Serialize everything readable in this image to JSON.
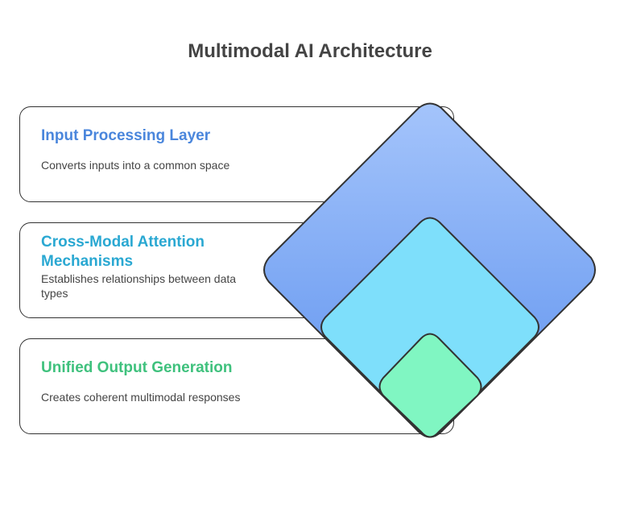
{
  "title": "Multimodal AI Architecture",
  "layers": [
    {
      "title": "Input Processing Layer",
      "description": "Converts inputs into a common space",
      "color": "#4A86DC"
    },
    {
      "title": "Cross-Modal Attention Mechanisms",
      "description": "Establishes relationships between data types",
      "color": "#2AA8D2"
    },
    {
      "title": "Unified Output Generation",
      "description": "Creates coherent multimodal responses",
      "color": "#3FC17D"
    }
  ],
  "diamond_colors": {
    "outer": "#7FA9F4",
    "middle": "#7EDFFB",
    "inner": "#80F6C2"
  }
}
